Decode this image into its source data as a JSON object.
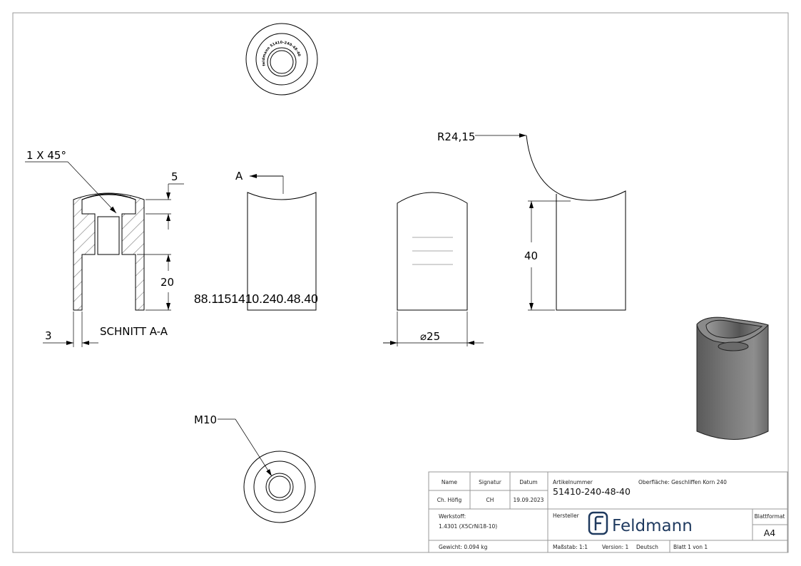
{
  "drawing": {
    "part_marking": "88.1151410.240.48.40",
    "engraving": "feldmann 51410-240-48-40",
    "section_label": "SCHNITT A-A",
    "section_marker": "A",
    "dimensions": {
      "chamfer": "1 X 45°",
      "depth_5": "5",
      "depth_20": "20",
      "wall_3": "3",
      "diameter": "⌀25",
      "height_40": "40",
      "radius": "R24,15",
      "thread": "M10"
    }
  },
  "title_block": {
    "name_label": "Name",
    "signatur_label": "Signatur",
    "datum_label": "Datum",
    "name": "Ch. Höfig",
    "signatur": "CH",
    "datum": "19.09.2023",
    "artikelnummer_label": "Artikelnummer",
    "artikelnummer": "51410-240-48-40",
    "oberflaeche": "Oberfläche:  Geschliffen Korn 240",
    "werkstoff_label": "Werkstoff:",
    "werkstoff": "1.4301 (X5CrNi18-10)",
    "hersteller_label": "Hersteller",
    "logo_text": "Feldmann",
    "blattformat_label": "Blattformat",
    "blattformat": "A4",
    "gewicht": "Gewicht: 0.094 kg",
    "massstab": "Maßstab: 1:1",
    "version": "Version: 1",
    "sprache": "Deutsch",
    "blatt": "Blatt 1 von 1"
  },
  "colors": {
    "logo": "#1f3a5f"
  }
}
